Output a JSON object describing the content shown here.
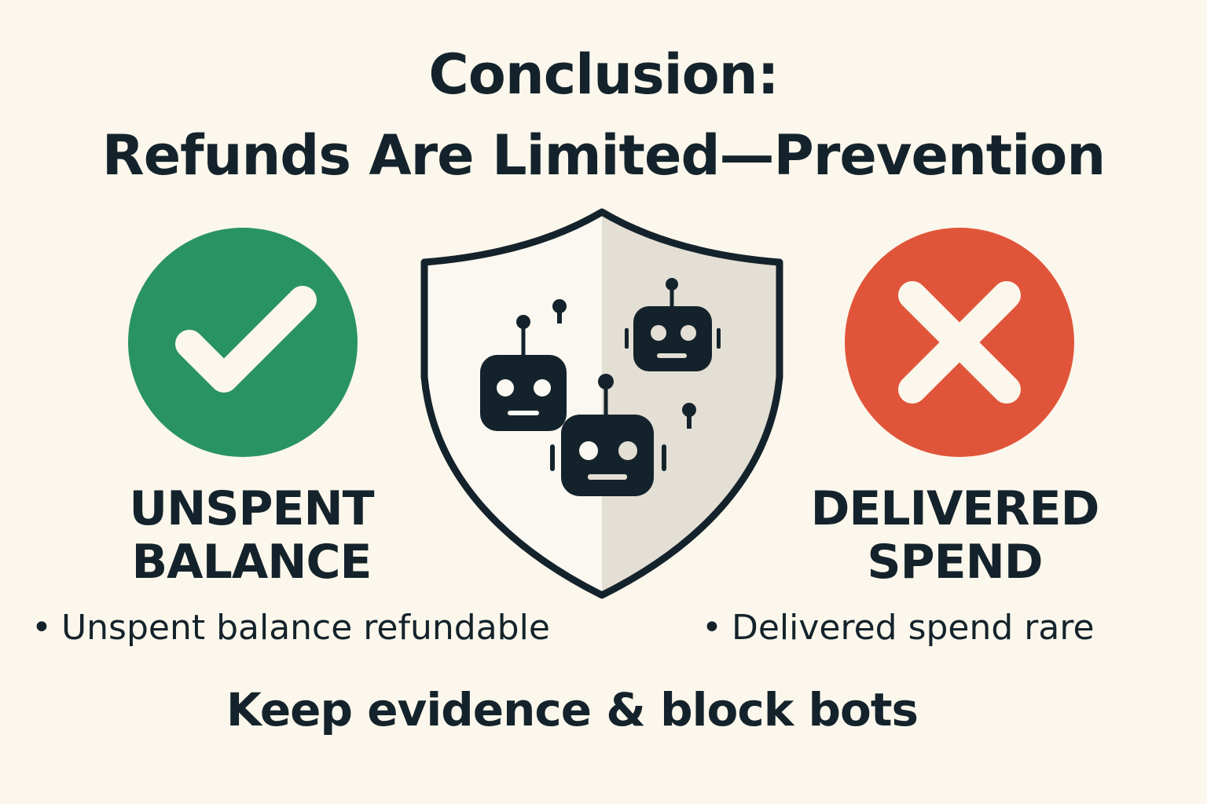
{
  "title": {
    "line1": "Conclusion:",
    "line2": "Refunds Are Limited—Prevention"
  },
  "left": {
    "heading_line1": "UNSPENT",
    "heading_line2": "BALANCE",
    "bullet": "Unspent balance refundable",
    "icon": "check-icon",
    "color": "#2a9366"
  },
  "right": {
    "heading_line1": "DELIVERED",
    "heading_line2": "SPEND",
    "bullet": "Delivered spend rare",
    "icon": "cross-icon",
    "color": "#e0553a"
  },
  "center": {
    "icon": "shield-with-bots-icon"
  },
  "footer": "Keep evidence & block bots",
  "colors": {
    "background": "#fcf7ec",
    "text": "#14232b",
    "shield_left": "#fbf8f1",
    "shield_right": "#e4dfd5"
  }
}
